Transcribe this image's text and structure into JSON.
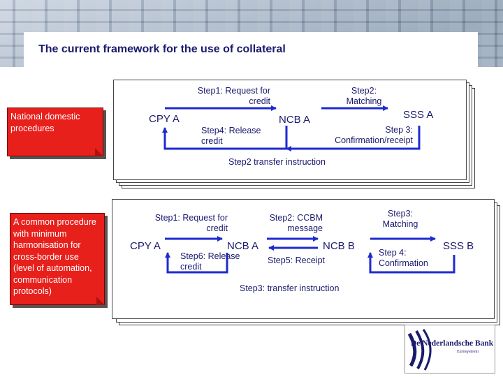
{
  "title": "The current framework for the use of collateral",
  "upper": {
    "note": "National domestic procedures",
    "cpy": "CPY A",
    "ncb": "NCB A",
    "sss": "SSS A",
    "step1": "Step1: Request for credit",
    "step2": "Step2: Matching",
    "step3": "Step 3: Confirmation/receipt",
    "step4": "Step4: Release credit",
    "transfer": "Step2  transfer instruction"
  },
  "lower": {
    "note": "A common procedure with minimum harmonisation for cross-border use (level of automation, communication protocols)",
    "cpy": "CPY A",
    "ncb_a": "NCB A",
    "ncb_b": "NCB B",
    "sss": "SSS B",
    "step1": "Step1: Request for credit",
    "step2": "Step2: CCBM message",
    "step3_match": "Step3: Matching",
    "step4": "Step 4: Confirmation",
    "step5": "Step5: Receipt",
    "step6": "Step6: Release credit",
    "transfer": "Step3: transfer instruction"
  },
  "logo": {
    "name": "De Nederlandsche Bank",
    "sub": "Eurosysteem"
  },
  "colors": {
    "title": "#1a1a6e",
    "arrow": "#1e2ad0",
    "note_box": "#e8201c"
  }
}
